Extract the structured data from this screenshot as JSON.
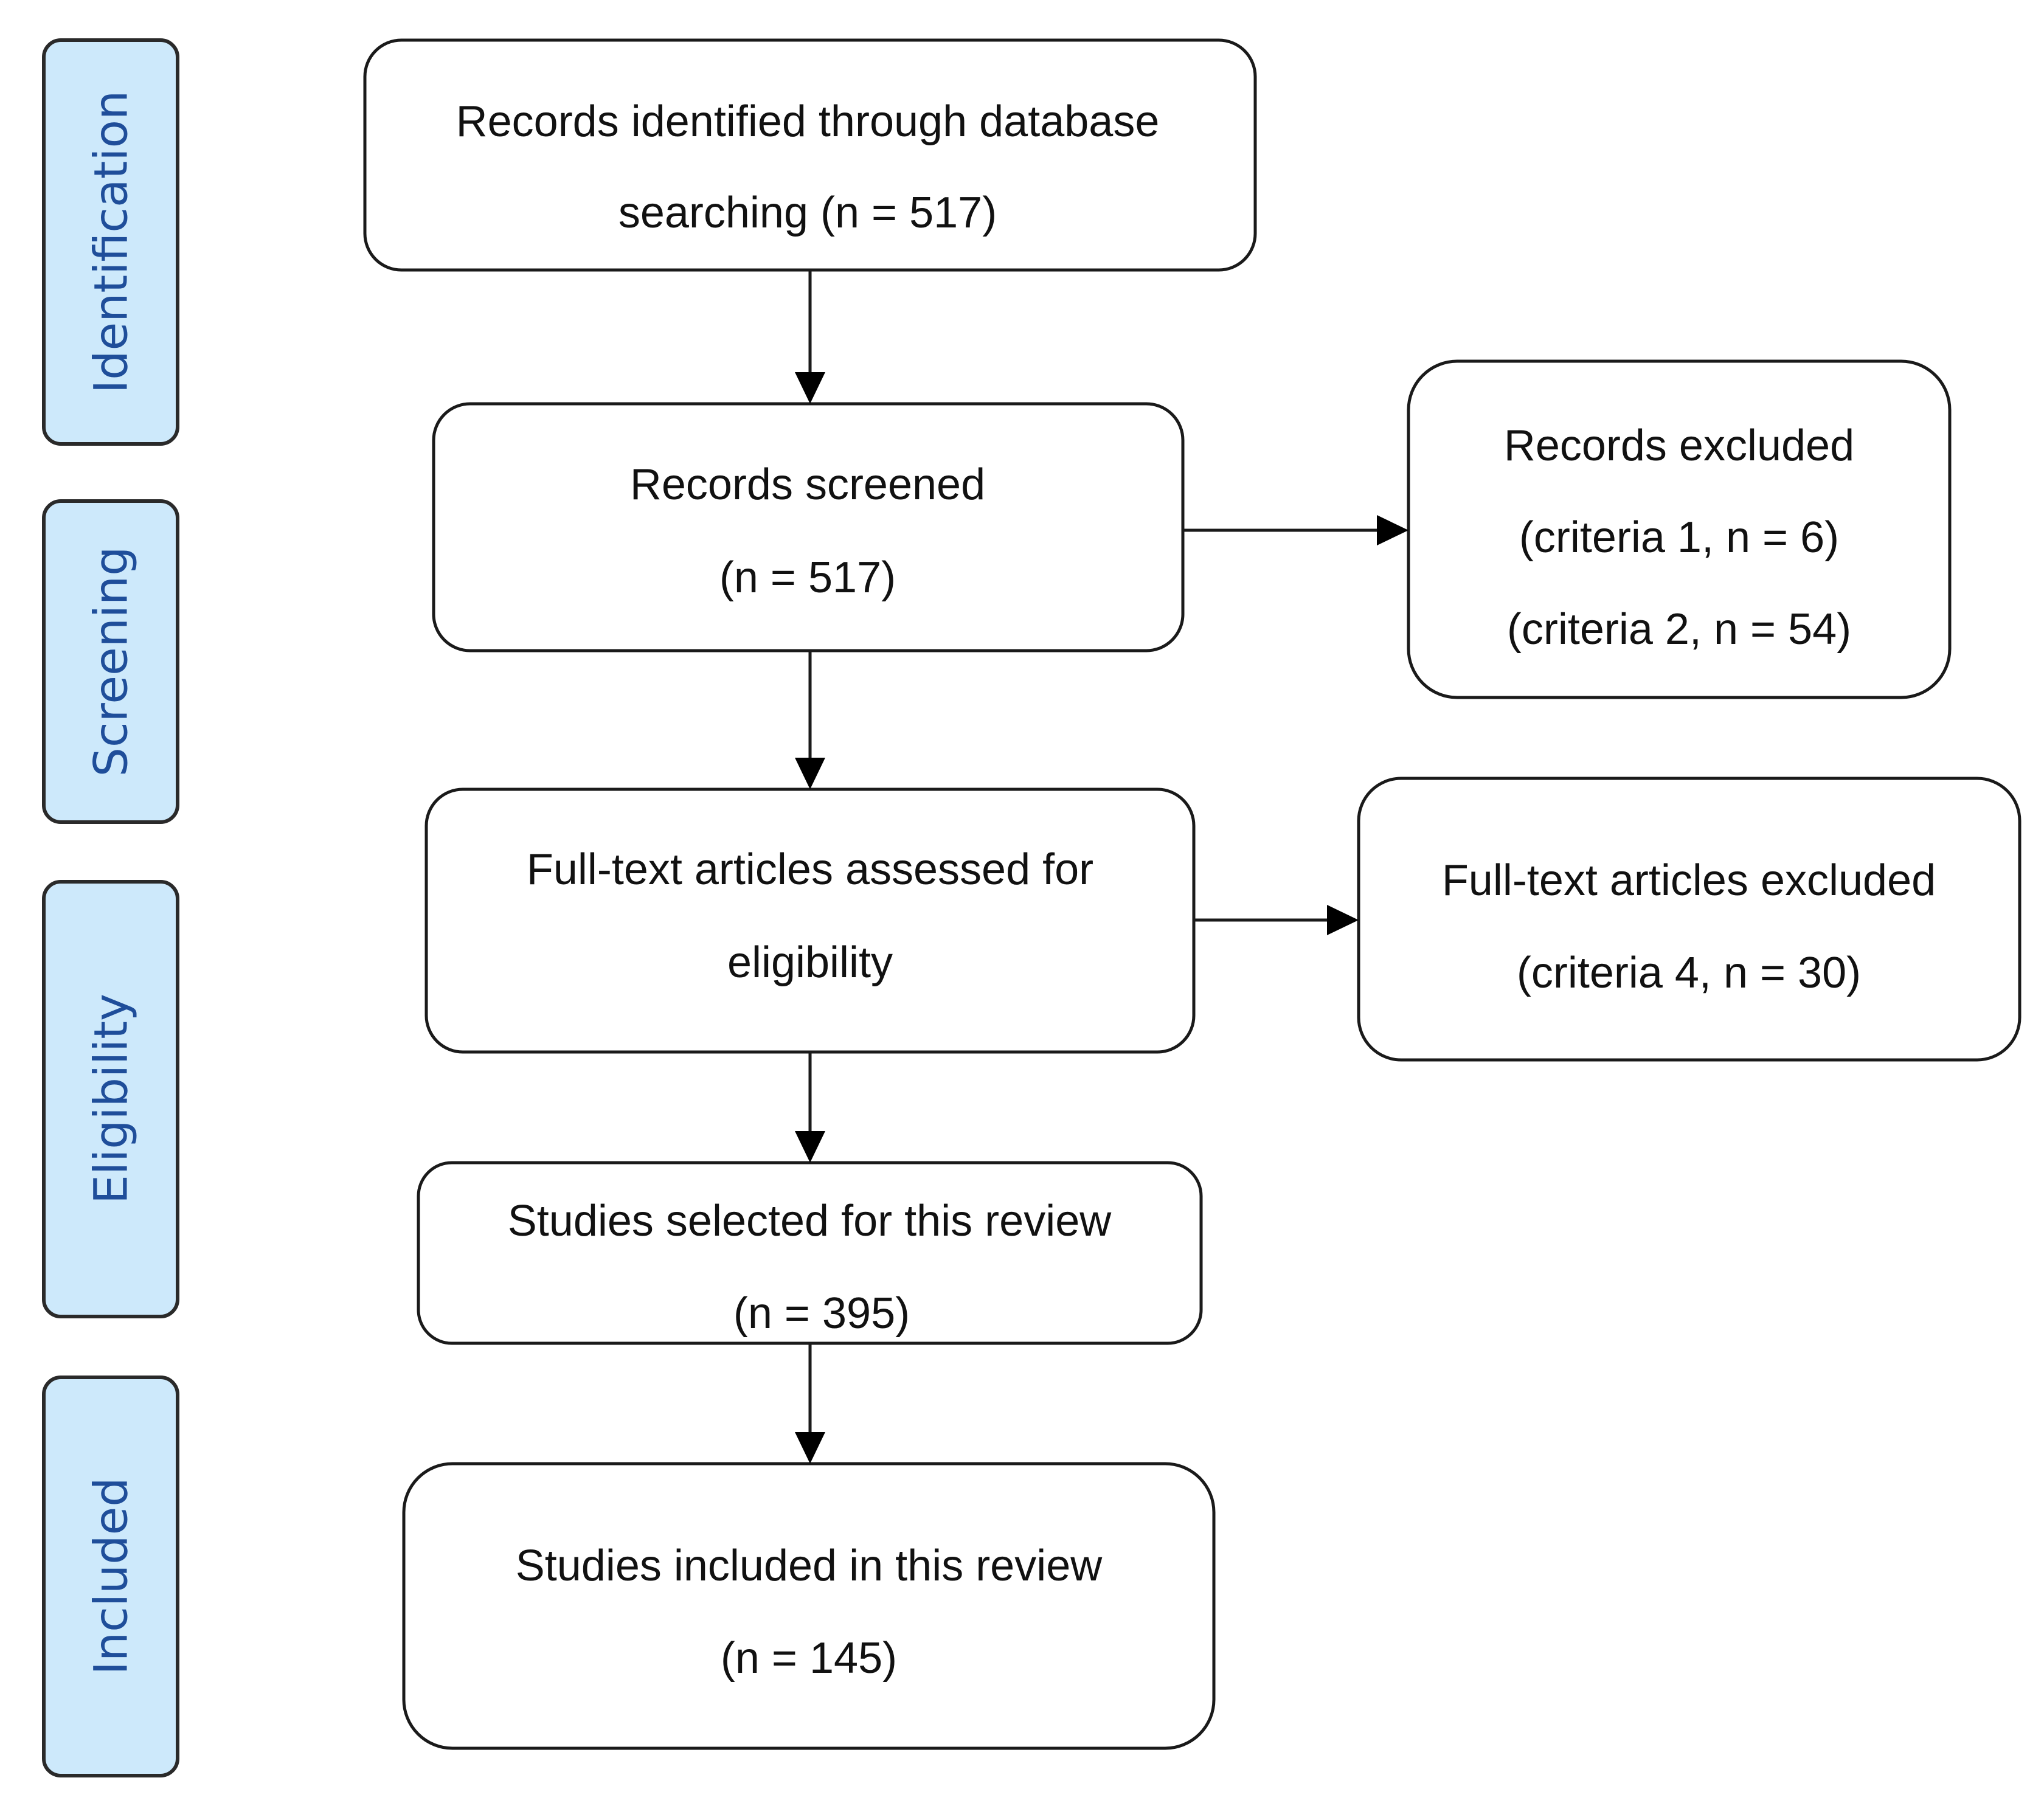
{
  "stages": [
    {
      "id": "identification",
      "label": "Identification"
    },
    {
      "id": "screening",
      "label": "Screening"
    },
    {
      "id": "eligibility",
      "label": "Eligibility"
    },
    {
      "id": "included",
      "label": "Included"
    }
  ],
  "boxes": {
    "identified": {
      "lines": [
        "Records identified through database",
        "searching (n = 517)"
      ]
    },
    "screened": {
      "lines": [
        "Records screened",
        "(n = 517)"
      ]
    },
    "excluded_records": {
      "lines": [
        "Records excluded",
        "(criteria 1, n = 6)",
        "(criteria 2, n = 54)"
      ]
    },
    "fulltext_assessed": {
      "lines": [
        "Full-text articles assessed for",
        "eligibility"
      ]
    },
    "fulltext_excluded": {
      "lines": [
        "Full-text articles excluded",
        "(criteria 4, n = 30)"
      ]
    },
    "selected": {
      "lines": [
        "Studies selected for this review",
        "(n = 395)"
      ]
    },
    "included": {
      "lines": [
        "Studies included in this review",
        "(n = 145)"
      ]
    }
  },
  "colors": {
    "stage_fill": "#cde9fb",
    "stage_text": "#1f4e9a",
    "box_stroke": "#1a1a1a",
    "text": "#111111"
  }
}
